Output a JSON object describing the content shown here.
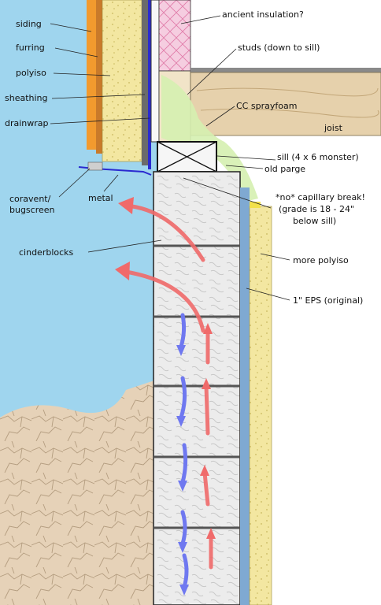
{
  "labels": {
    "siding": "siding",
    "furring": "furring",
    "polyiso": "polyiso",
    "sheathing": "sheathing",
    "drainwrap": "drainwrap",
    "coravent": "coravent/",
    "bugscreen": "bugscreen",
    "metal": "metal",
    "cinderblocks": "cinderblocks",
    "ancient_insulation": "ancient insulation?",
    "studs": "studs (down to sill)",
    "joist": "joist",
    "cc_sprayfoam": "CC sprayfoam",
    "sill": "sill (4 x 6 monster)",
    "old_parge": "old parge",
    "no_capillary_1": "*no* capillary break!",
    "no_capillary_2": "(grade is 18 - 24\"",
    "no_capillary_3": "below sill)",
    "more_polyiso": "more polyiso",
    "eps": "1\" EPS (original)"
  },
  "colors": {
    "sky": "#9fd5ee",
    "soil": "#e6d2b8",
    "polyiso": "#f3e7a1",
    "block": "#ececec",
    "eps": "#7fa9d2",
    "arrow_warm": "#f06a6a",
    "arrow_cool": "#6f78f0",
    "sprayfoam": "#d5efb0",
    "joist": "#e6d1ac",
    "insulation": "#f5cde0"
  }
}
